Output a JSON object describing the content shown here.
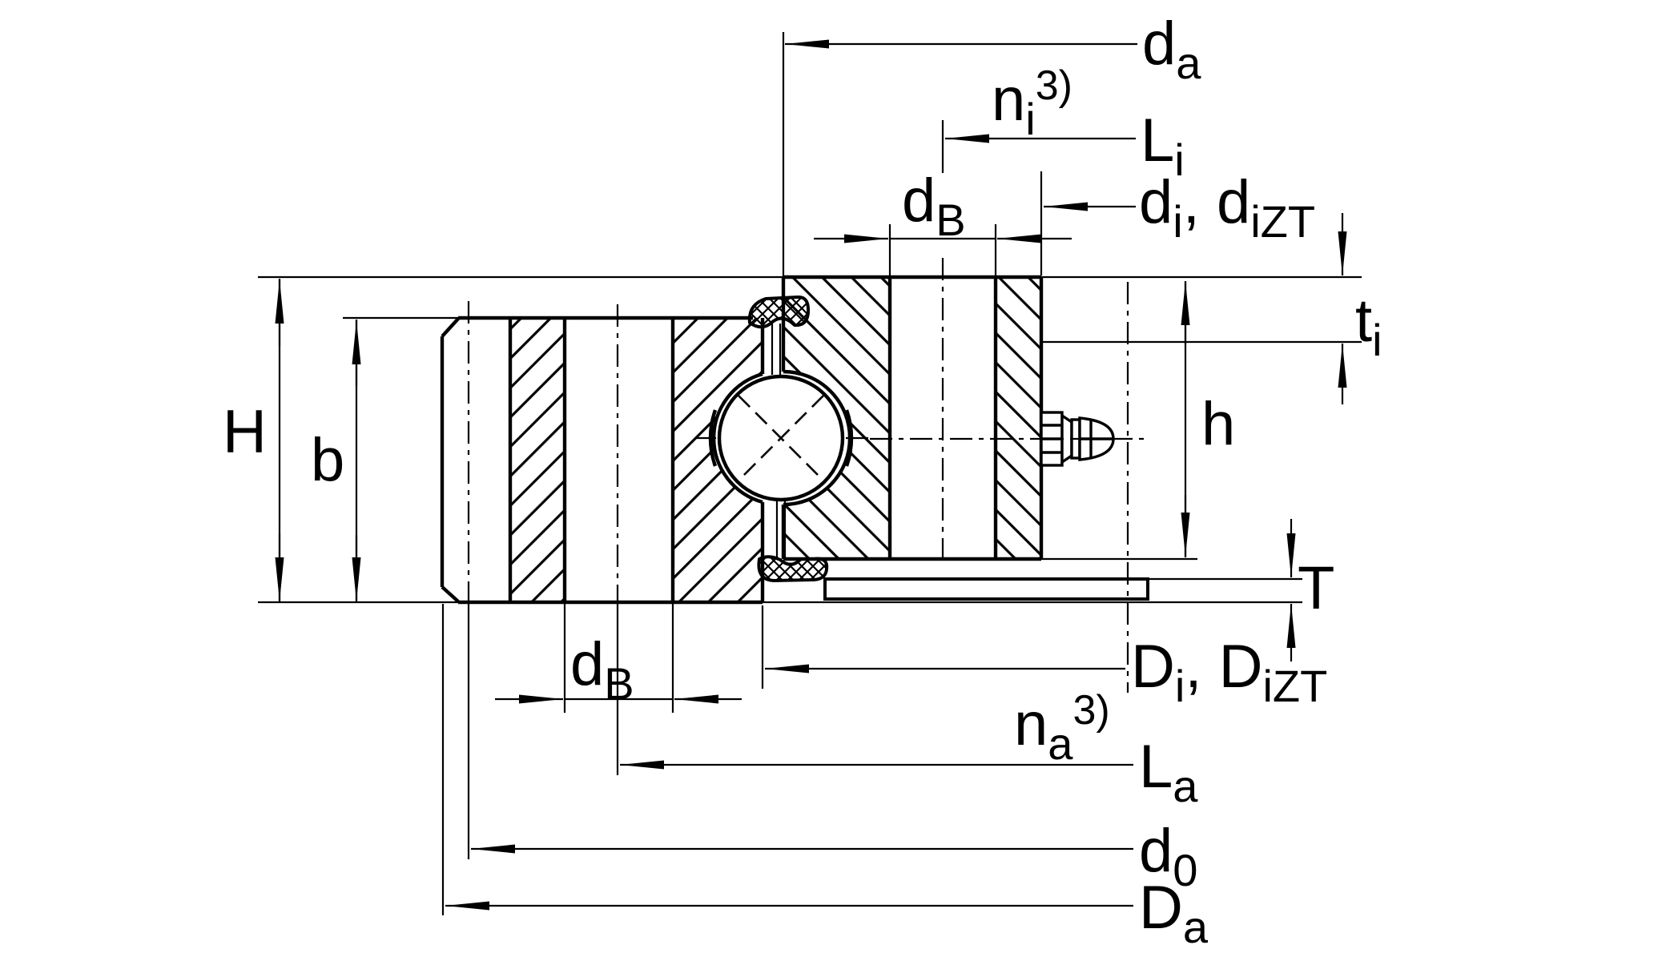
{
  "diagram": {
    "type": "engineering-cross-section",
    "subject": "ball slewing ring bearing with internal gear, seals and grease nipple",
    "background": "#ffffff",
    "line_color": "#000000",
    "footnote_marker": "3)",
    "labels": {
      "H": {
        "main": "H"
      },
      "b": {
        "main": "b"
      },
      "d_a": {
        "main": "d",
        "sub": "a"
      },
      "n_i": {
        "main": "n",
        "sub": "i",
        "sup": "3)"
      },
      "L_i": {
        "main": "L",
        "sub": "i"
      },
      "d_B_top": {
        "main": "d",
        "sub": "B"
      },
      "d_i": {
        "m1": "d",
        "s1": "i",
        "m2": ", d",
        "s2": "iZT"
      },
      "t_i": {
        "main": "t",
        "sub": "i"
      },
      "h": {
        "main": "h"
      },
      "T": {
        "main": "T"
      },
      "D_i": {
        "m1": "D",
        "s1": "i",
        "m2": ", D",
        "s2": "iZT"
      },
      "n_a": {
        "main": "n",
        "sub": "a",
        "sup": "3)"
      },
      "L_a": {
        "main": "L",
        "sub": "a"
      },
      "d_B_bottom": {
        "main": "d",
        "sub": "B"
      },
      "d_0": {
        "main": "d",
        "sub": "0"
      },
      "D_a": {
        "main": "D",
        "sub": "a"
      }
    }
  }
}
